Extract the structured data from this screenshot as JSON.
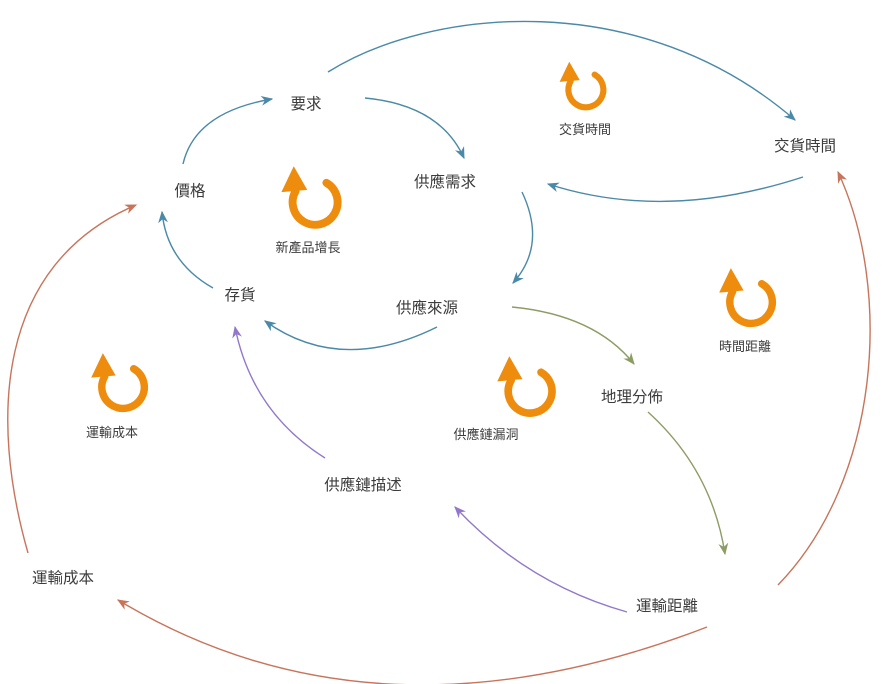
{
  "diagram": {
    "type": "causal-loop-diagram",
    "background": "#ffffff",
    "colors": {
      "blue": "#4a89a8",
      "olive": "#8e9c64",
      "purple": "#9278ca",
      "red": "#c7745b",
      "orange": "#EE8C0D",
      "text": "#3c3c3c"
    },
    "nodes": [
      {
        "id": "demand",
        "label": "要求"
      },
      {
        "id": "price",
        "label": "價格"
      },
      {
        "id": "supply-demand",
        "label": "供應需求"
      },
      {
        "id": "delivery-time",
        "label": "交貨時間"
      },
      {
        "id": "inventory",
        "label": "存貨"
      },
      {
        "id": "supply-source",
        "label": "供應來源"
      },
      {
        "id": "geographic-distribution",
        "label": "地理分佈"
      },
      {
        "id": "supply-chain-description",
        "label": "供應鏈描述"
      },
      {
        "id": "transport-distance",
        "label": "運輸距離"
      },
      {
        "id": "transport-cost",
        "label": "運輸成本"
      }
    ],
    "loops": [
      {
        "id": "new-product-growth",
        "label": "新產品增長"
      },
      {
        "id": "delivery-time-loop",
        "label": "交貨時間"
      },
      {
        "id": "time-distance-loop",
        "label": "時間距離"
      },
      {
        "id": "transport-cost-loop",
        "label": "運輸成本"
      },
      {
        "id": "supply-chain-gaps-loop",
        "label": "供應鏈漏洞"
      }
    ],
    "edges": [
      {
        "from": "價格",
        "to": "要求",
        "color": "blue"
      },
      {
        "from": "要求",
        "to": "供應需求",
        "color": "blue"
      },
      {
        "from": "供應需求",
        "to": "供應來源",
        "color": "blue"
      },
      {
        "from": "供應來源",
        "to": "存貨",
        "color": "blue"
      },
      {
        "from": "存貨",
        "to": "價格",
        "color": "blue"
      },
      {
        "from": "要求",
        "to": "交貨時間",
        "color": "blue"
      },
      {
        "from": "交貨時間",
        "to": "供應需求",
        "color": "blue"
      },
      {
        "from": "供應來源",
        "to": "地理分佈",
        "color": "olive"
      },
      {
        "from": "地理分佈",
        "to": "運輸距離",
        "color": "olive"
      },
      {
        "from": "供應鏈描述",
        "to": "存貨",
        "color": "purple"
      },
      {
        "from": "運輸距離",
        "to": "供應鏈描述",
        "color": "purple"
      },
      {
        "from": "運輸成本",
        "to": "價格",
        "color": "red"
      },
      {
        "from": "運輸距離",
        "to": "運輸成本",
        "color": "red"
      },
      {
        "from": "運輸距離",
        "to": "交貨時間",
        "color": "red"
      }
    ]
  }
}
